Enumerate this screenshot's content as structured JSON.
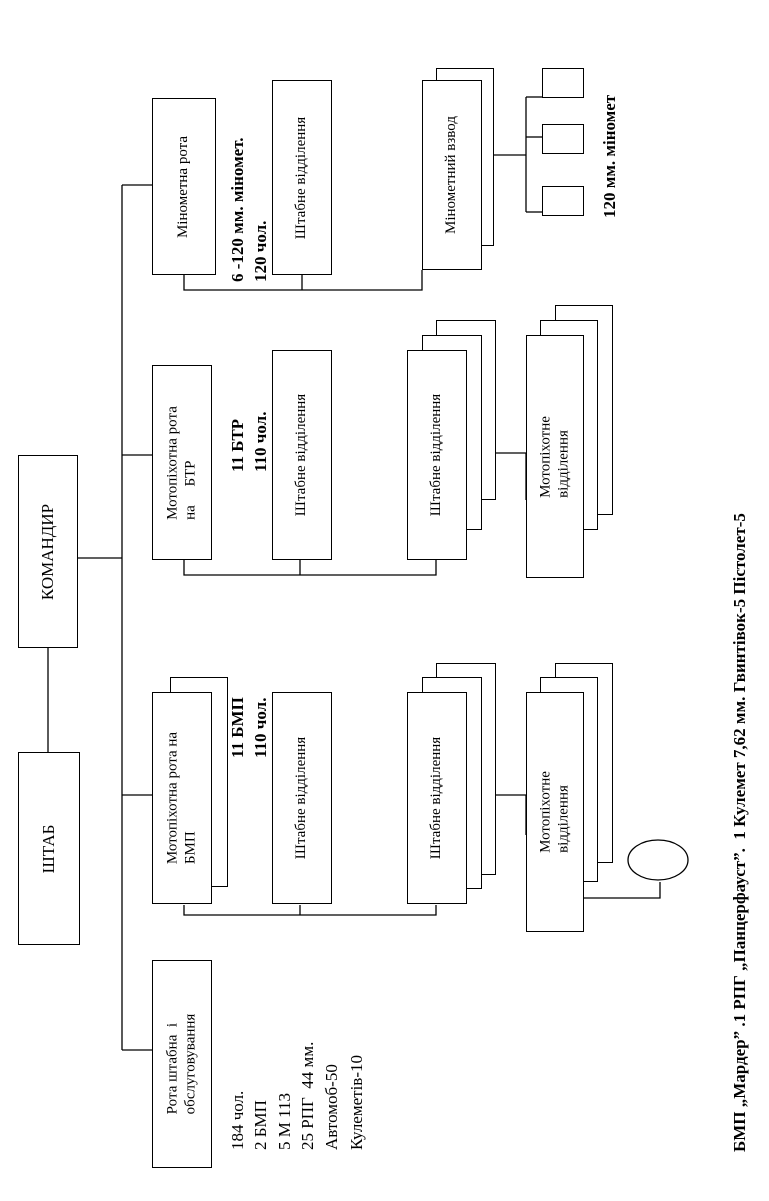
{
  "units": {
    "hq": "ШТАБ",
    "commander": "КОМАНДИР",
    "hq_company": "Рота штабна  і\nобслуговування",
    "bmp_company": "Мотопіхотна рота на\nБМП",
    "btr_company": "Мотопіхотна рота\nна     БТР",
    "mortar_company": "Мінометна рота",
    "staff_section": "Штабне відділення",
    "mortar_platoon": "Мінометний взвод",
    "infantry_section": "Мотопіхотне\nвідділення"
  },
  "notes": {
    "hq_company": [
      "184 чол.",
      "2 БМП",
      "5 М 113",
      "25 РПГ  44 мм.",
      "Автомоб-50",
      "Кулеметів-10"
    ],
    "bmp_company": [
      "11 БМП",
      "110 чол."
    ],
    "btr_company": [
      "11 БТР",
      "110 чол."
    ],
    "mortar_company": [
      "6 -120 мм. міномет.",
      "120 чол."
    ],
    "mortar_platoon": "120 мм. міномет",
    "footer": "БМП „Мардер” .1 РПГ „Панцерфауст”.  1 Кулемет 7,62 мм. Гвинтівок-5 Пістолет-5"
  }
}
